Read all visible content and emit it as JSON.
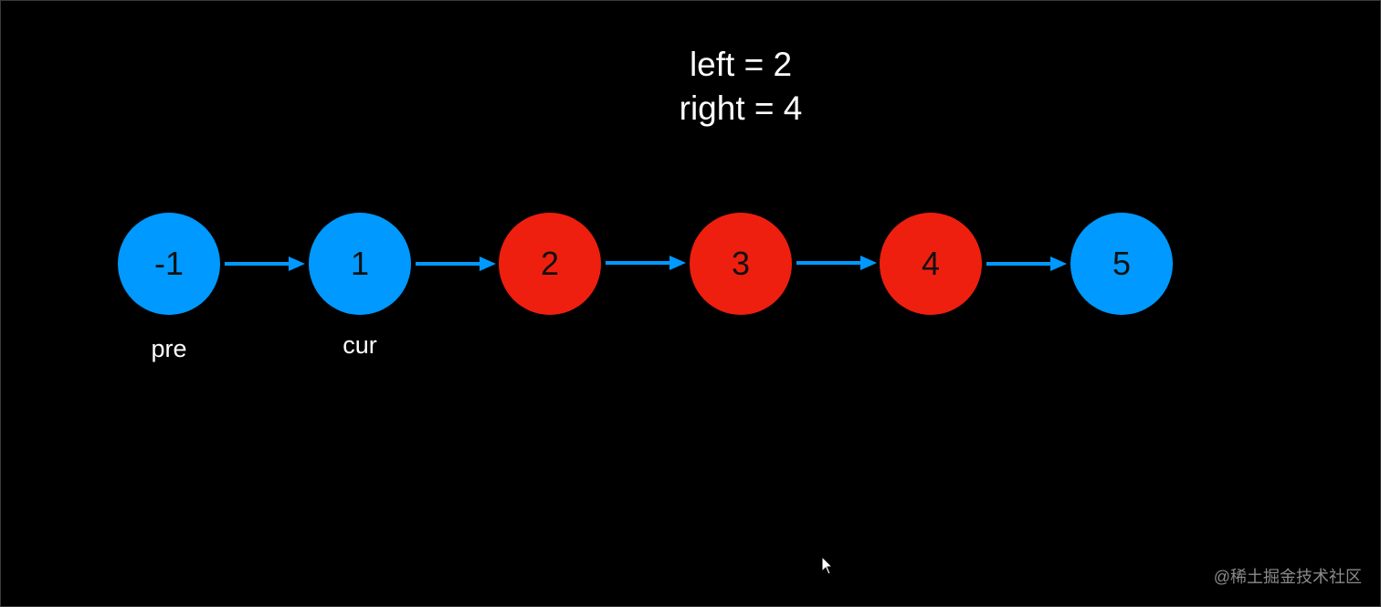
{
  "variables": {
    "left_text": "left = 2",
    "right_text": "right = 4"
  },
  "colors": {
    "background": "#000000",
    "node_default": "#0099ff",
    "node_highlight": "#ee1f0f",
    "arrow": "#0099ff",
    "node_text": "#111111",
    "label_text": "#ffffff"
  },
  "nodes": [
    {
      "value": "-1",
      "highlight": false
    },
    {
      "value": "1",
      "highlight": false
    },
    {
      "value": "2",
      "highlight": true
    },
    {
      "value": "3",
      "highlight": true
    },
    {
      "value": "4",
      "highlight": true
    },
    {
      "value": "5",
      "highlight": false
    }
  ],
  "pointers": {
    "pre": "pre",
    "cur": "cur"
  },
  "watermark": "@稀土掘金技术社区",
  "cursor_icon": "mouse-pointer-icon"
}
